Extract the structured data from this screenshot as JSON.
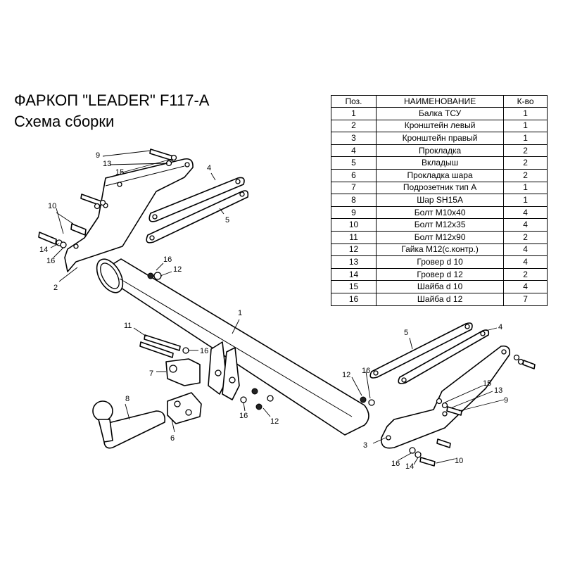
{
  "header": {
    "title": "ФАРКОП \"LEADER\" F117-A",
    "subtitle": "Схема сборки"
  },
  "parts_table": {
    "columns": [
      "Поз.",
      "НАИМЕНОВАНИЕ",
      "К-во"
    ],
    "rows": [
      [
        "1",
        "Балка ТСУ",
        "1"
      ],
      [
        "2",
        "Кронштейн левый",
        "1"
      ],
      [
        "3",
        "Кронштейн правый",
        "1"
      ],
      [
        "4",
        "Прокладка",
        "2"
      ],
      [
        "5",
        "Вкладыш",
        "2"
      ],
      [
        "6",
        "Прокладка шара",
        "2"
      ],
      [
        "7",
        "Подрозетник тип А",
        "1"
      ],
      [
        "8",
        "Шар SH15A",
        "1"
      ],
      [
        "9",
        "Болт М10х40",
        "4"
      ],
      [
        "10",
        "Болт М12х35",
        "4"
      ],
      [
        "11",
        "Болт М12х90",
        "2"
      ],
      [
        "12",
        "Гайка М12(с.контр.)",
        "4"
      ],
      [
        "13",
        "Гровер d 10",
        "4"
      ],
      [
        "14",
        "Гровер d 12",
        "2"
      ],
      [
        "15",
        "Шайба d 10",
        "4"
      ],
      [
        "16",
        "Шайба d 12",
        "7"
      ]
    ]
  },
  "diagram": {
    "callouts": [
      "9",
      "13",
      "15",
      "4",
      "5",
      "10",
      "14",
      "16",
      "2",
      "16",
      "12",
      "1",
      "11",
      "16",
      "7",
      "8",
      "6",
      "16",
      "12",
      "5",
      "4",
      "12",
      "16",
      "15",
      "13",
      "9",
      "3",
      "16",
      "14",
      "10"
    ]
  }
}
